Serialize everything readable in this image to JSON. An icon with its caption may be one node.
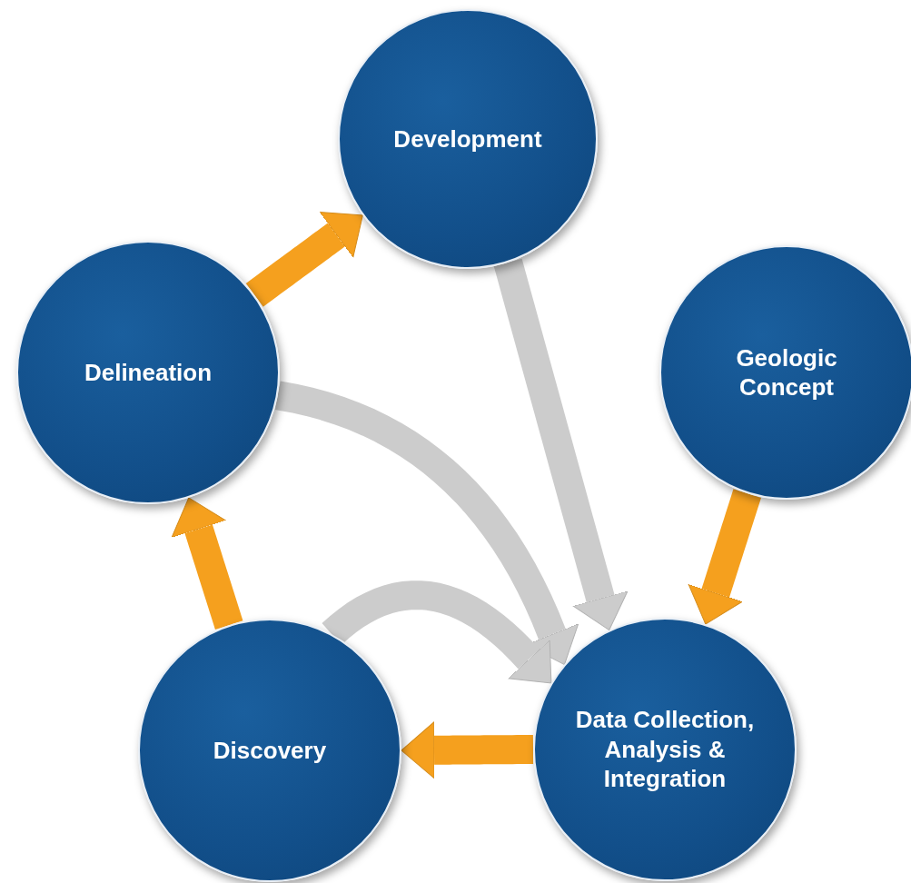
{
  "diagram": {
    "nodes": [
      {
        "text": [
          "Development"
        ]
      },
      {
        "text": [
          "Geologic Concept"
        ]
      },
      {
        "text": [
          "Data Collection, Analysis & Integration"
        ]
      },
      {
        "text": [
          "Discovery"
        ]
      },
      {
        "text": [
          "Delineation"
        ]
      }
    ],
    "edges": [
      {
        "from": 1,
        "to": 2,
        "arrow": "to"
      },
      {
        "from": 2,
        "to": 3,
        "arrow": "to"
      },
      {
        "from": 3,
        "to": 4,
        "arrow": "to"
      },
      {
        "from": 4,
        "to": 0,
        "arrow": "to"
      },
      {
        "from": 0,
        "to": 2,
        "arrow": "to",
        "color": "#cccccc"
      },
      {
        "from": 4,
        "to": 2,
        "arrow": "to",
        "color": "#cccccc"
      },
      {
        "from": 3,
        "to": 2,
        "arrow": "to",
        "color": "#cccccc"
      }
    ]
  }
}
